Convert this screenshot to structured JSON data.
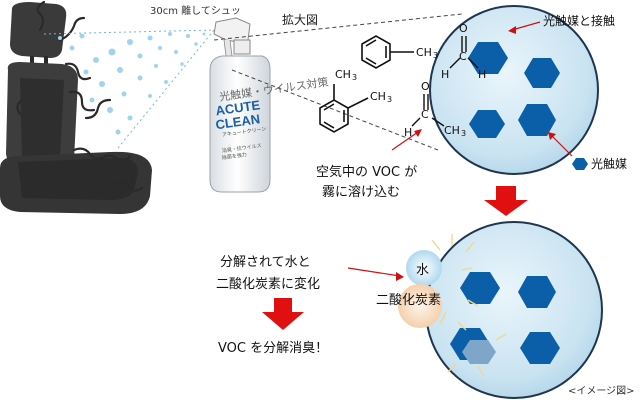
{
  "spray_caption": "30cm 離してシュッ",
  "zoom_label": "拡大図",
  "bottle": {
    "brand_line1": "ACUTE",
    "brand_line2": "CLEAN",
    "katakana": "アキュートクリーン",
    "tiny_line1": "光触媒・ウイルス対策",
    "tiny_line2": "消臭・抗ウイルス",
    "tiny_line3": "除菌を強力"
  },
  "callouts": {
    "photocatalyst_contact": "光触媒と接触",
    "photocatalyst": "光触媒",
    "voc_line1": "空気中の VOC が",
    "voc_line2": "霧に溶け込む"
  },
  "molecules": {
    "ch3": "CH",
    "sub3": "3",
    "o": "O",
    "h": "H",
    "c": "C"
  },
  "decompose": {
    "line1": "分解されて水と",
    "line2": "二酸化炭素に変化",
    "water": "水",
    "co2": "二酸化炭素"
  },
  "result": "VOC を分解消臭！",
  "image_note": "<イメージ図>",
  "colors": {
    "hexagon": "#0b5fa8",
    "circle_fill": "#cfe6f3",
    "circle_stroke": "#1f3550",
    "arrow_red": "#e01010",
    "seat": "#3a3a3a"
  }
}
